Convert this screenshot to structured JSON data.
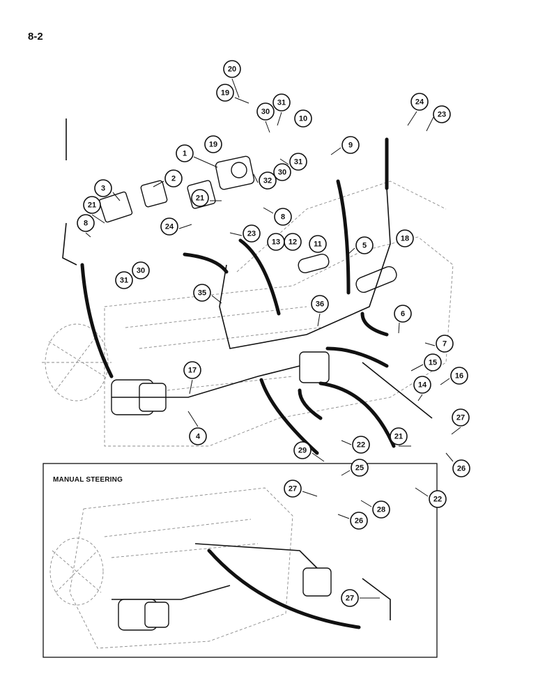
{
  "page": {
    "number": "8-2"
  },
  "inset": {
    "title": "MANUAL STEERING"
  },
  "callouts": [
    {
      "label": "20"
    },
    {
      "label": "19"
    },
    {
      "label": "31"
    },
    {
      "label": "30"
    },
    {
      "label": "10"
    },
    {
      "label": "24"
    },
    {
      "label": "23"
    },
    {
      "label": "19"
    },
    {
      "label": "9"
    },
    {
      "label": "1"
    },
    {
      "label": "30"
    },
    {
      "label": "31"
    },
    {
      "label": "32"
    },
    {
      "label": "2"
    },
    {
      "label": "3"
    },
    {
      "label": "21"
    },
    {
      "label": "21"
    },
    {
      "label": "8"
    },
    {
      "label": "8"
    },
    {
      "label": "24"
    },
    {
      "label": "23"
    },
    {
      "label": "18"
    },
    {
      "label": "13"
    },
    {
      "label": "12"
    },
    {
      "label": "11"
    },
    {
      "label": "5"
    },
    {
      "label": "31"
    },
    {
      "label": "30"
    },
    {
      "label": "35"
    },
    {
      "label": "36"
    },
    {
      "label": "6"
    },
    {
      "label": "7"
    },
    {
      "label": "15"
    },
    {
      "label": "16"
    },
    {
      "label": "14"
    },
    {
      "label": "17"
    },
    {
      "label": "4"
    },
    {
      "label": "27"
    },
    {
      "label": "22"
    },
    {
      "label": "21"
    },
    {
      "label": "29"
    },
    {
      "label": "25"
    },
    {
      "label": "26"
    },
    {
      "label": "27"
    },
    {
      "label": "28"
    },
    {
      "label": "22"
    },
    {
      "label": "26"
    },
    {
      "label": "27"
    }
  ]
}
